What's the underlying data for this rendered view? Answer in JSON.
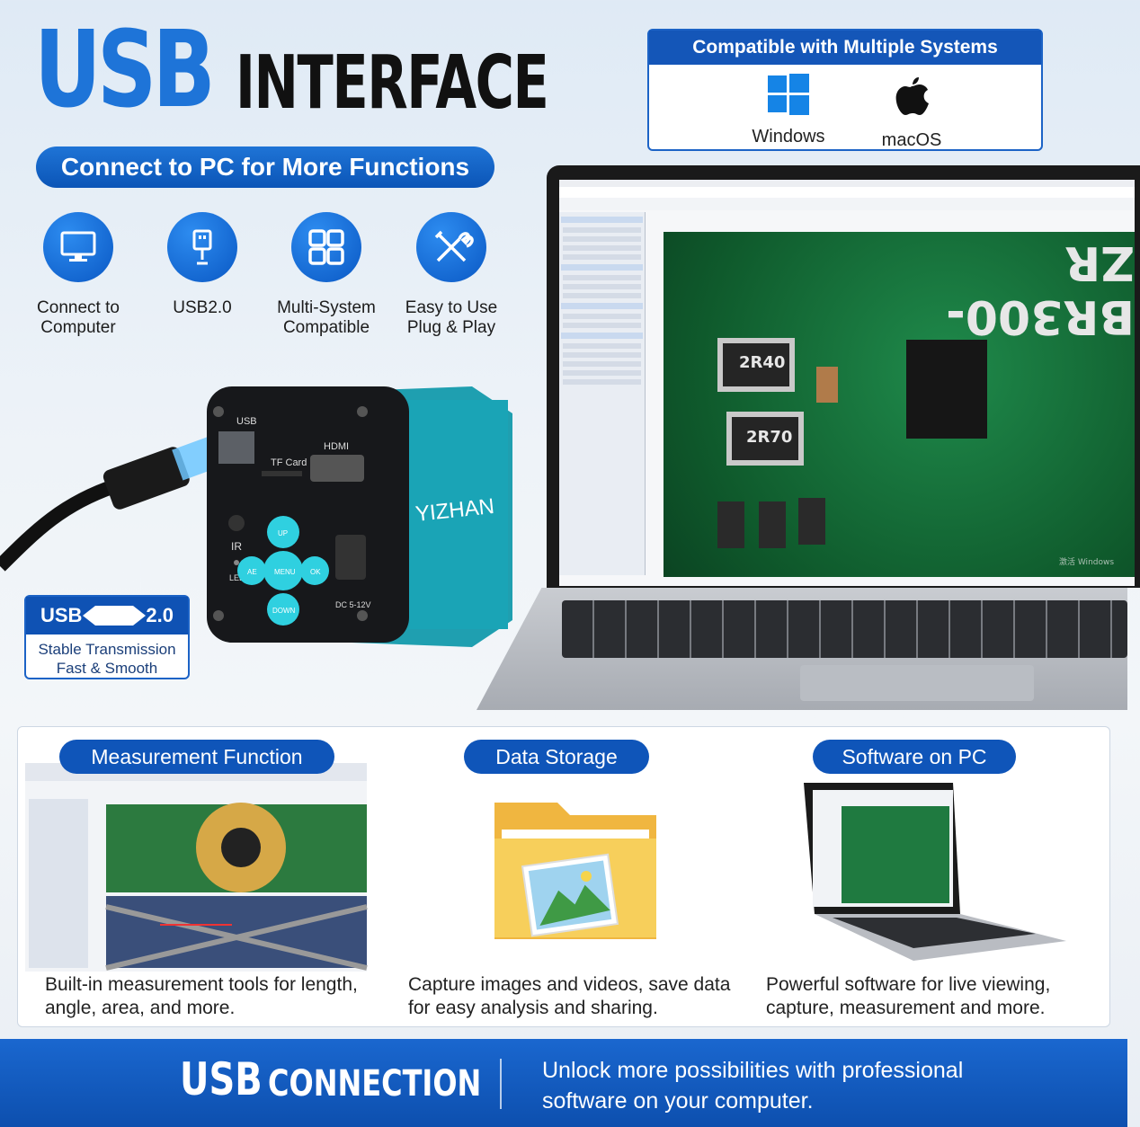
{
  "hero": {
    "title_usb": "USB",
    "title_interface": "INTERFACE",
    "subtitle": "Connect to PC for More Functions"
  },
  "compat": {
    "header": "Compatible with Multiple Systems",
    "systems": [
      {
        "label": "Windows",
        "icon": "windows-logo-icon"
      },
      {
        "label": "macOS",
        "icon": "apple-logo-icon"
      }
    ]
  },
  "features": [
    {
      "label": "Connect to\nComputer",
      "icon": "monitor-icon"
    },
    {
      "label": "USB2.0",
      "icon": "usb-icon"
    },
    {
      "label": "Multi-System\nCompatible",
      "icon": "grid-icon"
    },
    {
      "label": "Easy to Use\nPlug & Play",
      "icon": "tools-icon"
    }
  ],
  "badge": {
    "left": "USB",
    "right": "2.0",
    "line1": "Stable Transmission",
    "line2": "Fast & Smooth"
  },
  "camera": {
    "brand": "YIZHAN",
    "usb": "USB",
    "tf": "TF Card",
    "hdmi": "HDMI",
    "ir": "IR",
    "led": "LED",
    "up": "UP",
    "down": "DOWN",
    "menu": "MENU",
    "ok": "OK",
    "ae": "AE",
    "dc": "DC 5-12V"
  },
  "screen": {
    "pcb_top": "BR300-ZR",
    "r1": "2R40",
    "r2": "2R70",
    "watermark": "激活 Windows"
  },
  "cards": [
    {
      "title": "Measurement Function",
      "desc": "Built-in measurement tools for length, angle, area, and more."
    },
    {
      "title": "Data Storage",
      "desc": "Capture images and videos, save data for easy analysis and sharing."
    },
    {
      "title": "Software on PC",
      "desc": "Powerful software for live viewing, capture, measurement and more."
    }
  ],
  "footer": {
    "usb": "USB",
    "connection": "CONNECTION",
    "line1": "Unlock more possibilities with professional",
    "line2": "software on your computer."
  },
  "colors": {
    "brand_blue": "#1e74d8",
    "dark_blue": "#0f55b9",
    "camera_teal": "#1f9fb0"
  }
}
